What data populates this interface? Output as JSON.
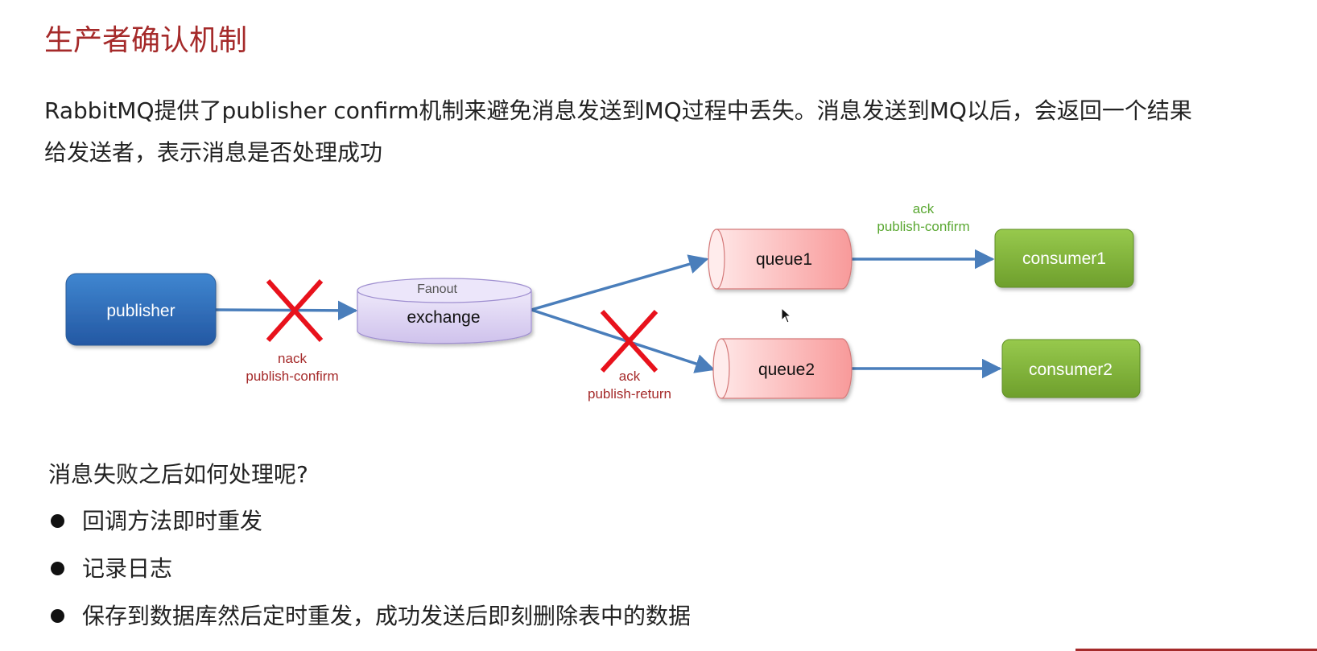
{
  "title": "生产者确认机制",
  "intro": {
    "line1": "RabbitMQ提供了publisher confirm机制来避免消息发送到MQ过程中丢失。消息发送到MQ以后，会返回一个结果",
    "line2": "给发送者，表示消息是否处理成功"
  },
  "diagram": {
    "publisher": "publisher",
    "exchange_top": "Fanout",
    "exchange": "exchange",
    "queue1": "queue1",
    "queue2": "queue2",
    "consumer1": "consumer1",
    "consumer2": "consumer2",
    "label_nack_1": "nack",
    "label_nack_2": "publish-confirm",
    "label_return_1": "ack",
    "label_return_2": "publish-return",
    "label_ack_1": "ack",
    "label_ack_2": "publish-confirm",
    "colors": {
      "publisher": "#2f6db5",
      "exchange": "#ddd3f2",
      "queue": "#fbb0b0",
      "consumer": "#7fb23a",
      "arrow": "#4a7ebb",
      "cross": "#e8121c",
      "fail_label": "#a52a2a",
      "ok_label": "#5aa832"
    }
  },
  "question": "消息失败之后如何处理呢?",
  "bullets": [
    "回调方法即时重发",
    "记录日志",
    "保存到数据库然后定时重发，成功发送后即刻删除表中的数据"
  ]
}
